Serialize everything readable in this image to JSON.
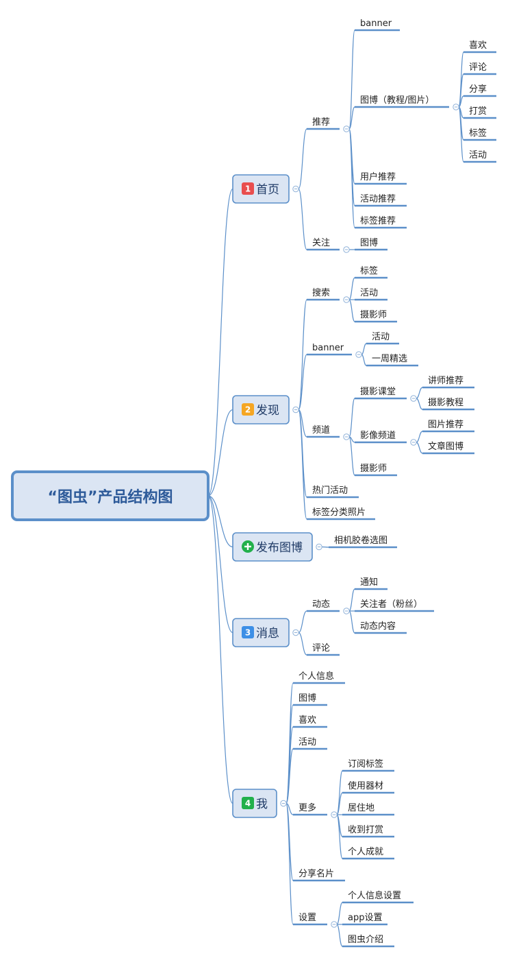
{
  "root": {
    "label": "“图虫”产品结构图"
  },
  "colors": {
    "edge": "#5b8fc9",
    "box_fill": "#dbe5f3",
    "box_border": "#5b8fc9",
    "badge_1": "#e94e4e",
    "badge_2": "#f5a623",
    "badge_3": "#3d8fe6",
    "badge_4": "#22b04b",
    "badge_plus": "#22b04b"
  },
  "branches": [
    {
      "label": "首页",
      "badge": "1",
      "badge_color": "#e94e4e",
      "children": [
        {
          "label": "推荐",
          "children": [
            {
              "label": "banner"
            },
            {
              "label": "图博（教程/图片）",
              "children": [
                {
                  "label": "喜欢"
                },
                {
                  "label": "评论"
                },
                {
                  "label": "分享"
                },
                {
                  "label": "打赏"
                },
                {
                  "label": "标签"
                },
                {
                  "label": "活动"
                }
              ]
            },
            {
              "label": "用户推荐"
            },
            {
              "label": "活动推荐"
            },
            {
              "label": "标签推荐"
            }
          ]
        },
        {
          "label": "关注",
          "children": [
            {
              "label": "图博"
            }
          ]
        }
      ]
    },
    {
      "label": "发现",
      "badge": "2",
      "badge_color": "#f5a623",
      "children": [
        {
          "label": "搜索",
          "children": [
            {
              "label": "标签"
            },
            {
              "label": "活动"
            },
            {
              "label": "摄影师"
            }
          ]
        },
        {
          "label": "banner",
          "children": [
            {
              "label": "活动"
            },
            {
              "label": "一周精选"
            }
          ]
        },
        {
          "label": "频道",
          "children": [
            {
              "label": "摄影课堂",
              "children": [
                {
                  "label": "讲师推荐"
                },
                {
                  "label": "摄影教程"
                }
              ]
            },
            {
              "label": "影像频道",
              "children": [
                {
                  "label": "图片推荐"
                },
                {
                  "label": "文章图博"
                }
              ]
            },
            {
              "label": "摄影师"
            }
          ]
        },
        {
          "label": "热门活动"
        },
        {
          "label": "标签分类照片"
        }
      ]
    },
    {
      "label": "发布图博",
      "badge": "plus-icon",
      "badge_color": "#22b04b",
      "children": [
        {
          "label": "相机胶卷选图"
        }
      ]
    },
    {
      "label": "消息",
      "badge": "3",
      "badge_color": "#3d8fe6",
      "children": [
        {
          "label": "动态",
          "children": [
            {
              "label": "通知"
            },
            {
              "label": "关注者（粉丝）"
            },
            {
              "label": "动态内容"
            }
          ]
        },
        {
          "label": "评论"
        }
      ]
    },
    {
      "label": "我",
      "badge": "4",
      "badge_color": "#22b04b",
      "children": [
        {
          "label": "个人信息"
        },
        {
          "label": "图博"
        },
        {
          "label": "喜欢"
        },
        {
          "label": "活动"
        },
        {
          "label": "更多",
          "children": [
            {
              "label": "订阅标签"
            },
            {
              "label": "使用器材"
            },
            {
              "label": "居住地"
            },
            {
              "label": "收到打赏"
            },
            {
              "label": "个人成就"
            }
          ]
        },
        {
          "label": "分享名片"
        },
        {
          "label": "设置",
          "children": [
            {
              "label": "个人信息设置"
            },
            {
              "label": "app设置"
            },
            {
              "label": "图虫介绍"
            }
          ]
        }
      ]
    }
  ]
}
